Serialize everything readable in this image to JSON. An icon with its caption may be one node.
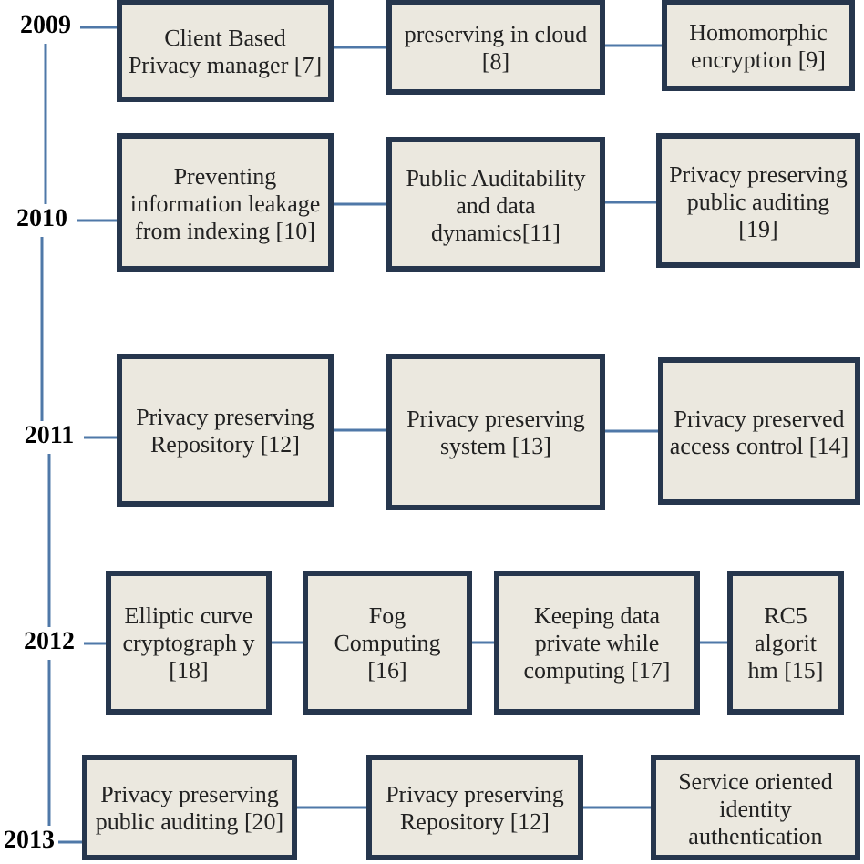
{
  "diagram": {
    "nodes": [
      {
        "text": [
          "2009"
        ]
      },
      {
        "text": [
          "Client Based Privacy manager [7]"
        ]
      },
      {
        "text": [
          "preserving in cloud [8]"
        ]
      },
      {
        "text": [
          "Homomorphic encryption [9]"
        ]
      },
      {
        "text": [
          "2010"
        ]
      },
      {
        "text": [
          "Preventing information leakage from indexing [10]"
        ]
      },
      {
        "text": [
          "Public Auditability and data dynamics[11]"
        ]
      },
      {
        "text": [
          "Privacy preserving public auditing [19]"
        ]
      },
      {
        "text": [
          "2011"
        ]
      },
      {
        "text": [
          "Privacy preserving Repository [12]"
        ]
      },
      {
        "text": [
          "Privacy preserving system [13]"
        ]
      },
      {
        "text": [
          "Privacy preserved access control [14]"
        ]
      },
      {
        "text": [
          "2012"
        ]
      },
      {
        "text": [
          "Elliptic curve cryptograph y [18]"
        ]
      },
      {
        "text": [
          "Fog Computing [16]"
        ]
      },
      {
        "text": [
          "Keeping data private while computing [17]"
        ]
      },
      {
        "text": [
          "RC5 algorit hm [15]"
        ]
      },
      {
        "text": [
          "2013"
        ]
      },
      {
        "text": [
          "Privacy preserving public auditing [20]"
        ]
      },
      {
        "text": [
          "Privacy preserving Repository [12]"
        ]
      },
      {
        "text": [
          "Service oriented identity authentication"
        ]
      }
    ],
    "edges": [
      {
        "from": 0,
        "to": 4,
        "arrow": "none"
      },
      {
        "from": 4,
        "to": 8,
        "arrow": "none"
      },
      {
        "from": 8,
        "to": 12,
        "arrow": "none"
      },
      {
        "from": 12,
        "to": 17,
        "arrow": "none"
      },
      {
        "from": 0,
        "to": 1,
        "arrow": "none"
      },
      {
        "from": 1,
        "to": 2,
        "arrow": "none"
      },
      {
        "from": 2,
        "to": 3,
        "arrow": "none"
      },
      {
        "from": 4,
        "to": 5,
        "arrow": "none"
      },
      {
        "from": 5,
        "to": 6,
        "arrow": "none"
      },
      {
        "from": 6,
        "to": 7,
        "arrow": "none"
      },
      {
        "from": 8,
        "to": 9,
        "arrow": "none"
      },
      {
        "from": 9,
        "to": 10,
        "arrow": "none"
      },
      {
        "from": 10,
        "to": 11,
        "arrow": "none"
      },
      {
        "from": 12,
        "to": 13,
        "arrow": "none"
      },
      {
        "from": 13,
        "to": 14,
        "arrow": "none"
      },
      {
        "from": 14,
        "to": 15,
        "arrow": "none"
      },
      {
        "from": 15,
        "to": 16,
        "arrow": "none"
      },
      {
        "from": 17,
        "to": 18,
        "arrow": "none"
      },
      {
        "from": 18,
        "to": 19,
        "arrow": "none"
      },
      {
        "from": 19,
        "to": 20,
        "arrow": "none"
      }
    ]
  }
}
